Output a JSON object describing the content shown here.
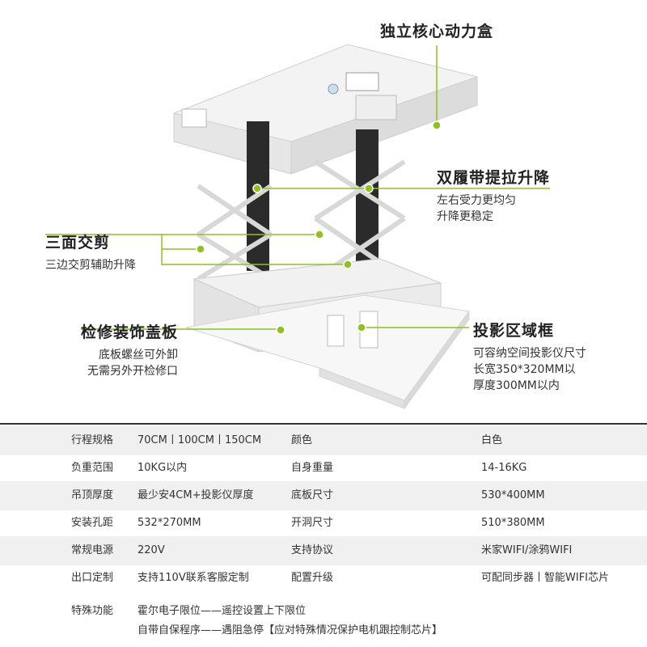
{
  "callouts": {
    "power_box": {
      "title": "独立核心动力盒"
    },
    "double_belt": {
      "title": "双履带提拉升降",
      "lines": [
        "左右受力更均匀",
        "升降更稳定"
      ]
    },
    "three_cross": {
      "title": "三面交剪",
      "lines": [
        "三边交剪辅助升降"
      ]
    },
    "cover_plate": {
      "title": "检修装饰盖板",
      "lines": [
        "底板螺丝可外卸",
        "无需另外开检修口"
      ]
    },
    "frame": {
      "title": "投影区域框",
      "lines": [
        "可容纳空间投影仪尺寸",
        "长宽350*320MM以",
        "厚度300MM以内"
      ]
    }
  },
  "specs": [
    {
      "k1": "行程规格",
      "v1": "70CM丨100CM丨150CM",
      "k2": "颜色",
      "v2": "白色"
    },
    {
      "k1": "负重范围",
      "v1": "10KG以内",
      "k2": "自身重量",
      "v2": "14-16KG"
    },
    {
      "k1": "吊顶厚度",
      "v1": "最少安4CM+投影仪厚度",
      "k2": "底板尺寸",
      "v2": "530*400MM"
    },
    {
      "k1": "安装孔距",
      "v1": "532*270MM",
      "k2": "开洞尺寸",
      "v2": "510*380MM"
    },
    {
      "k1": "常规电源",
      "v1": "220V",
      "k2": "支持协议",
      "v2": "米家WIFI/涂鸦WIFI"
    },
    {
      "k1": "出口定制",
      "v1": "支持110V联系客服定制",
      "k2": "配置升级",
      "v2": "可配同步器丨智能WIFI芯片"
    }
  ],
  "special": {
    "label": "特殊功能",
    "line1": "霍尔电子限位——遥控设置上下限位",
    "line2": "自带自保程序——遇阻急停【应对特殊情况保护电机跟控制芯片】"
  },
  "colors": {
    "accent": "#8dc21f",
    "row_shade": "#f0f0f0"
  }
}
